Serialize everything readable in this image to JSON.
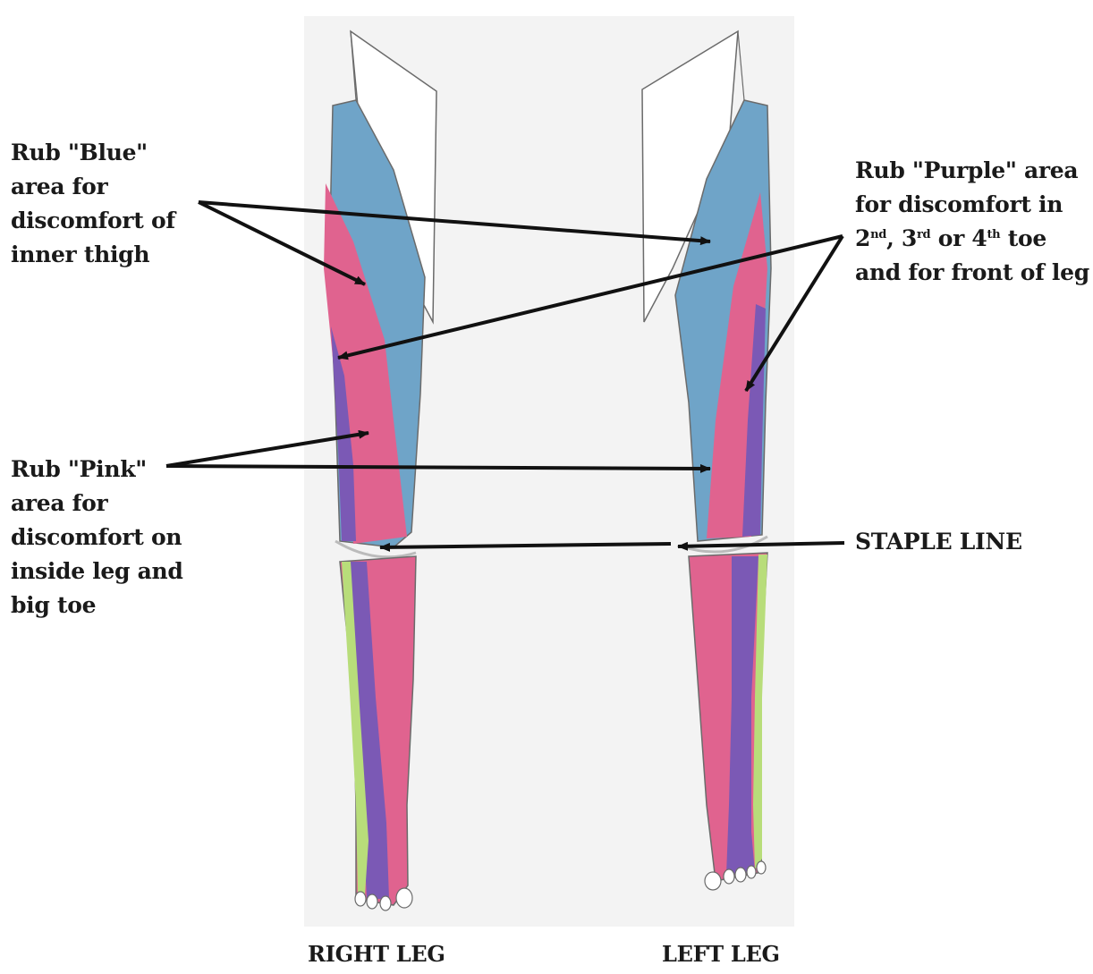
{
  "labels": {
    "blue": [
      "Rub \"Blue\"",
      "area for",
      "discomfort of",
      "inner thigh"
    ],
    "purple": {
      "line1": "Rub \"Purple\" area",
      "line2": "for discomfort in",
      "line3_parts": [
        "2",
        "nd",
        ", 3",
        "rd",
        " or 4",
        "th",
        " toe"
      ],
      "line4": "and for front of leg"
    },
    "pink": [
      "Rub \"Pink\"",
      "area for",
      "discomfort on",
      "inside leg and",
      "big toe"
    ],
    "staple": "STAPLE LINE"
  },
  "legs": {
    "right": "RIGHT LEG",
    "left": "LEFT LEG"
  },
  "colors": {
    "blue": "#6fa4c8",
    "pink": "#e0638f",
    "purple": "#7b59b5",
    "green": "#b8dd7a",
    "outline": "#6b6b6b",
    "paper": "#f4f4f4",
    "arrow": "#111111"
  }
}
